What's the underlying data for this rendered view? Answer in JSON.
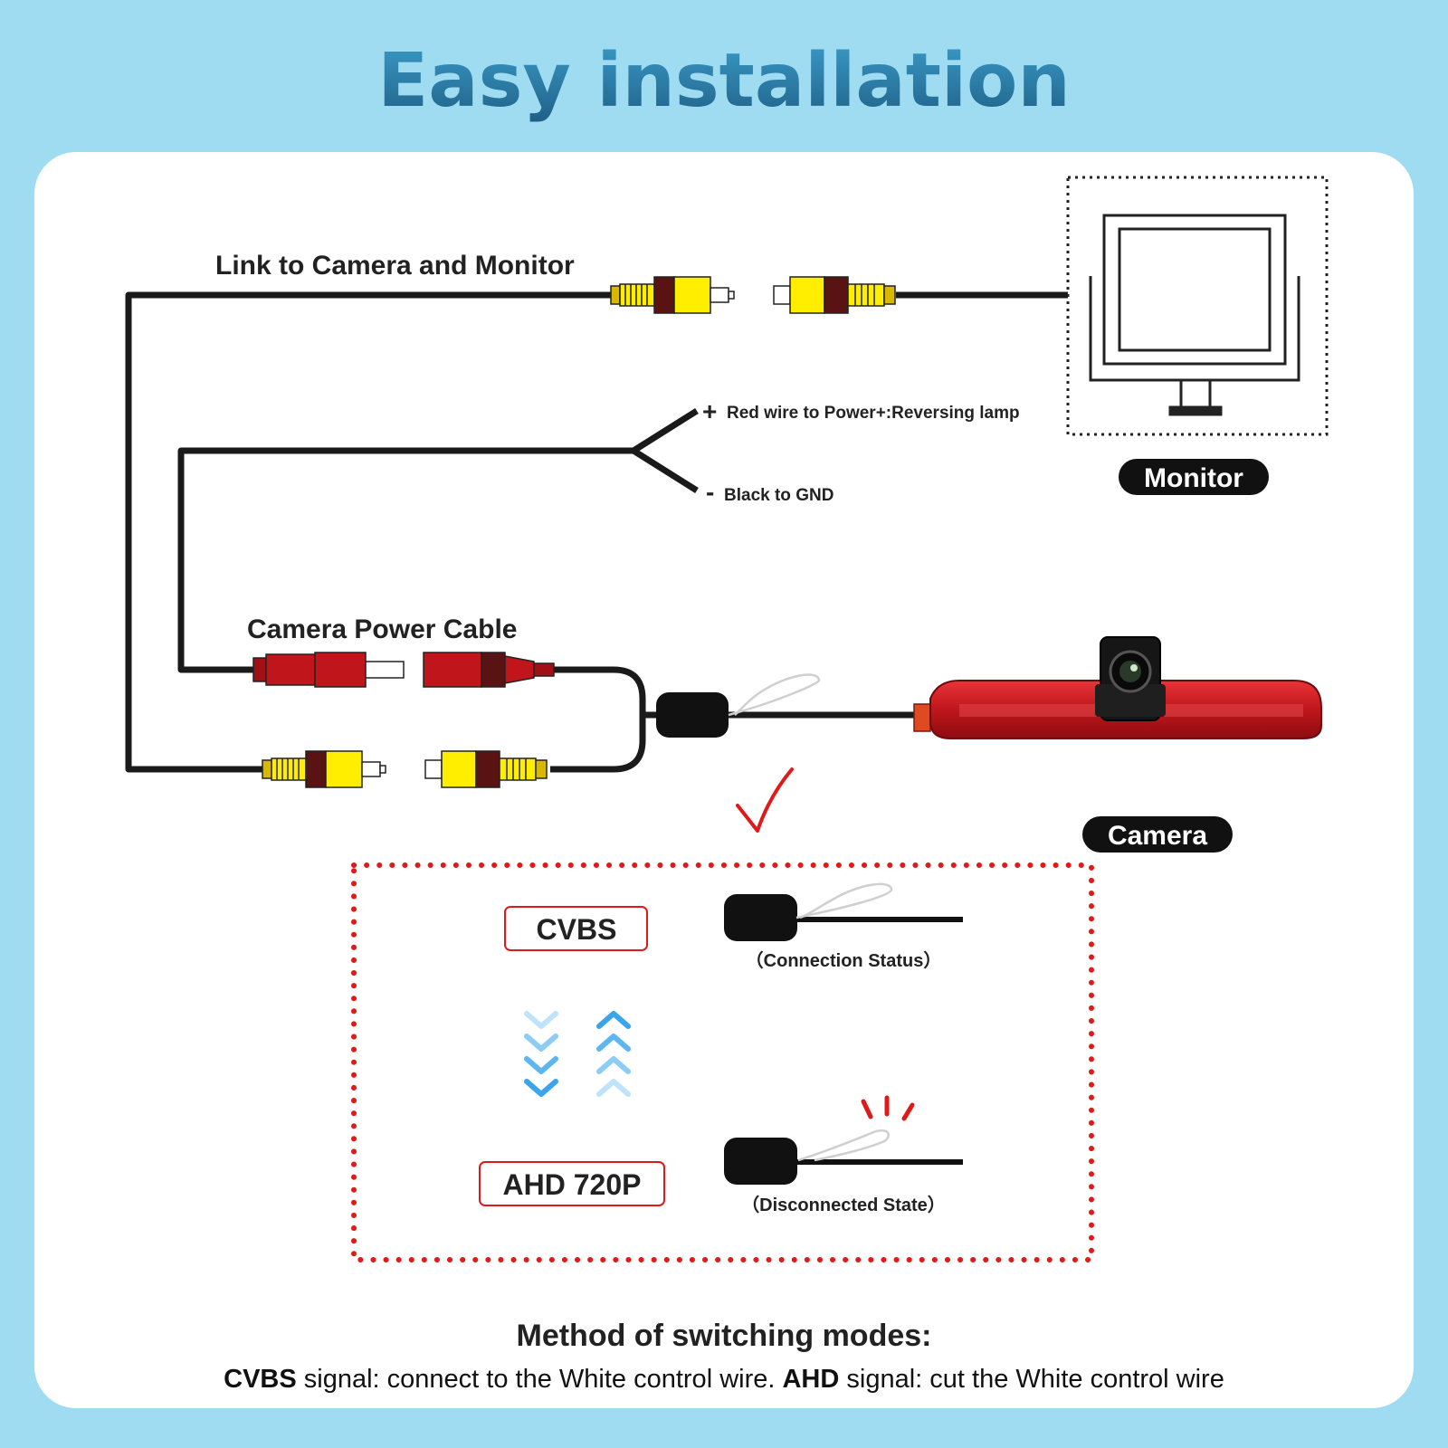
{
  "header": {
    "title": "Easy installation"
  },
  "diagram": {
    "link_label": "Link to Camera and Monitor",
    "red_wire_label": "Red wire to Power+:Reversing lamp",
    "plus_sign": "+",
    "black_wire_label": "Black to GND",
    "minus_sign": "-",
    "power_cable_label": "Camera Power Cable",
    "monitor_badge": "Monitor",
    "camera_badge": "Camera"
  },
  "modes": {
    "cvbs_label": "CVBS",
    "cvbs_state": "（Connection Status）",
    "ahd_label": "AHD 720P",
    "ahd_state": "（Disconnected State）"
  },
  "footer": {
    "heading": "Method of switching modes:",
    "cvbs_word": "CVBS",
    "cvbs_text": " signal: connect to the White control wire. ",
    "ahd_word": "AHD",
    "ahd_text": " signal: cut the White control wire"
  },
  "colors": {
    "background": "#9fdcf2",
    "title_blue": "#2a7fa8",
    "accent_red": "#e01919",
    "plug_yellow": "#ffee00",
    "plug_red": "#c0161b",
    "arrow_blue": "#3aa4ec"
  }
}
